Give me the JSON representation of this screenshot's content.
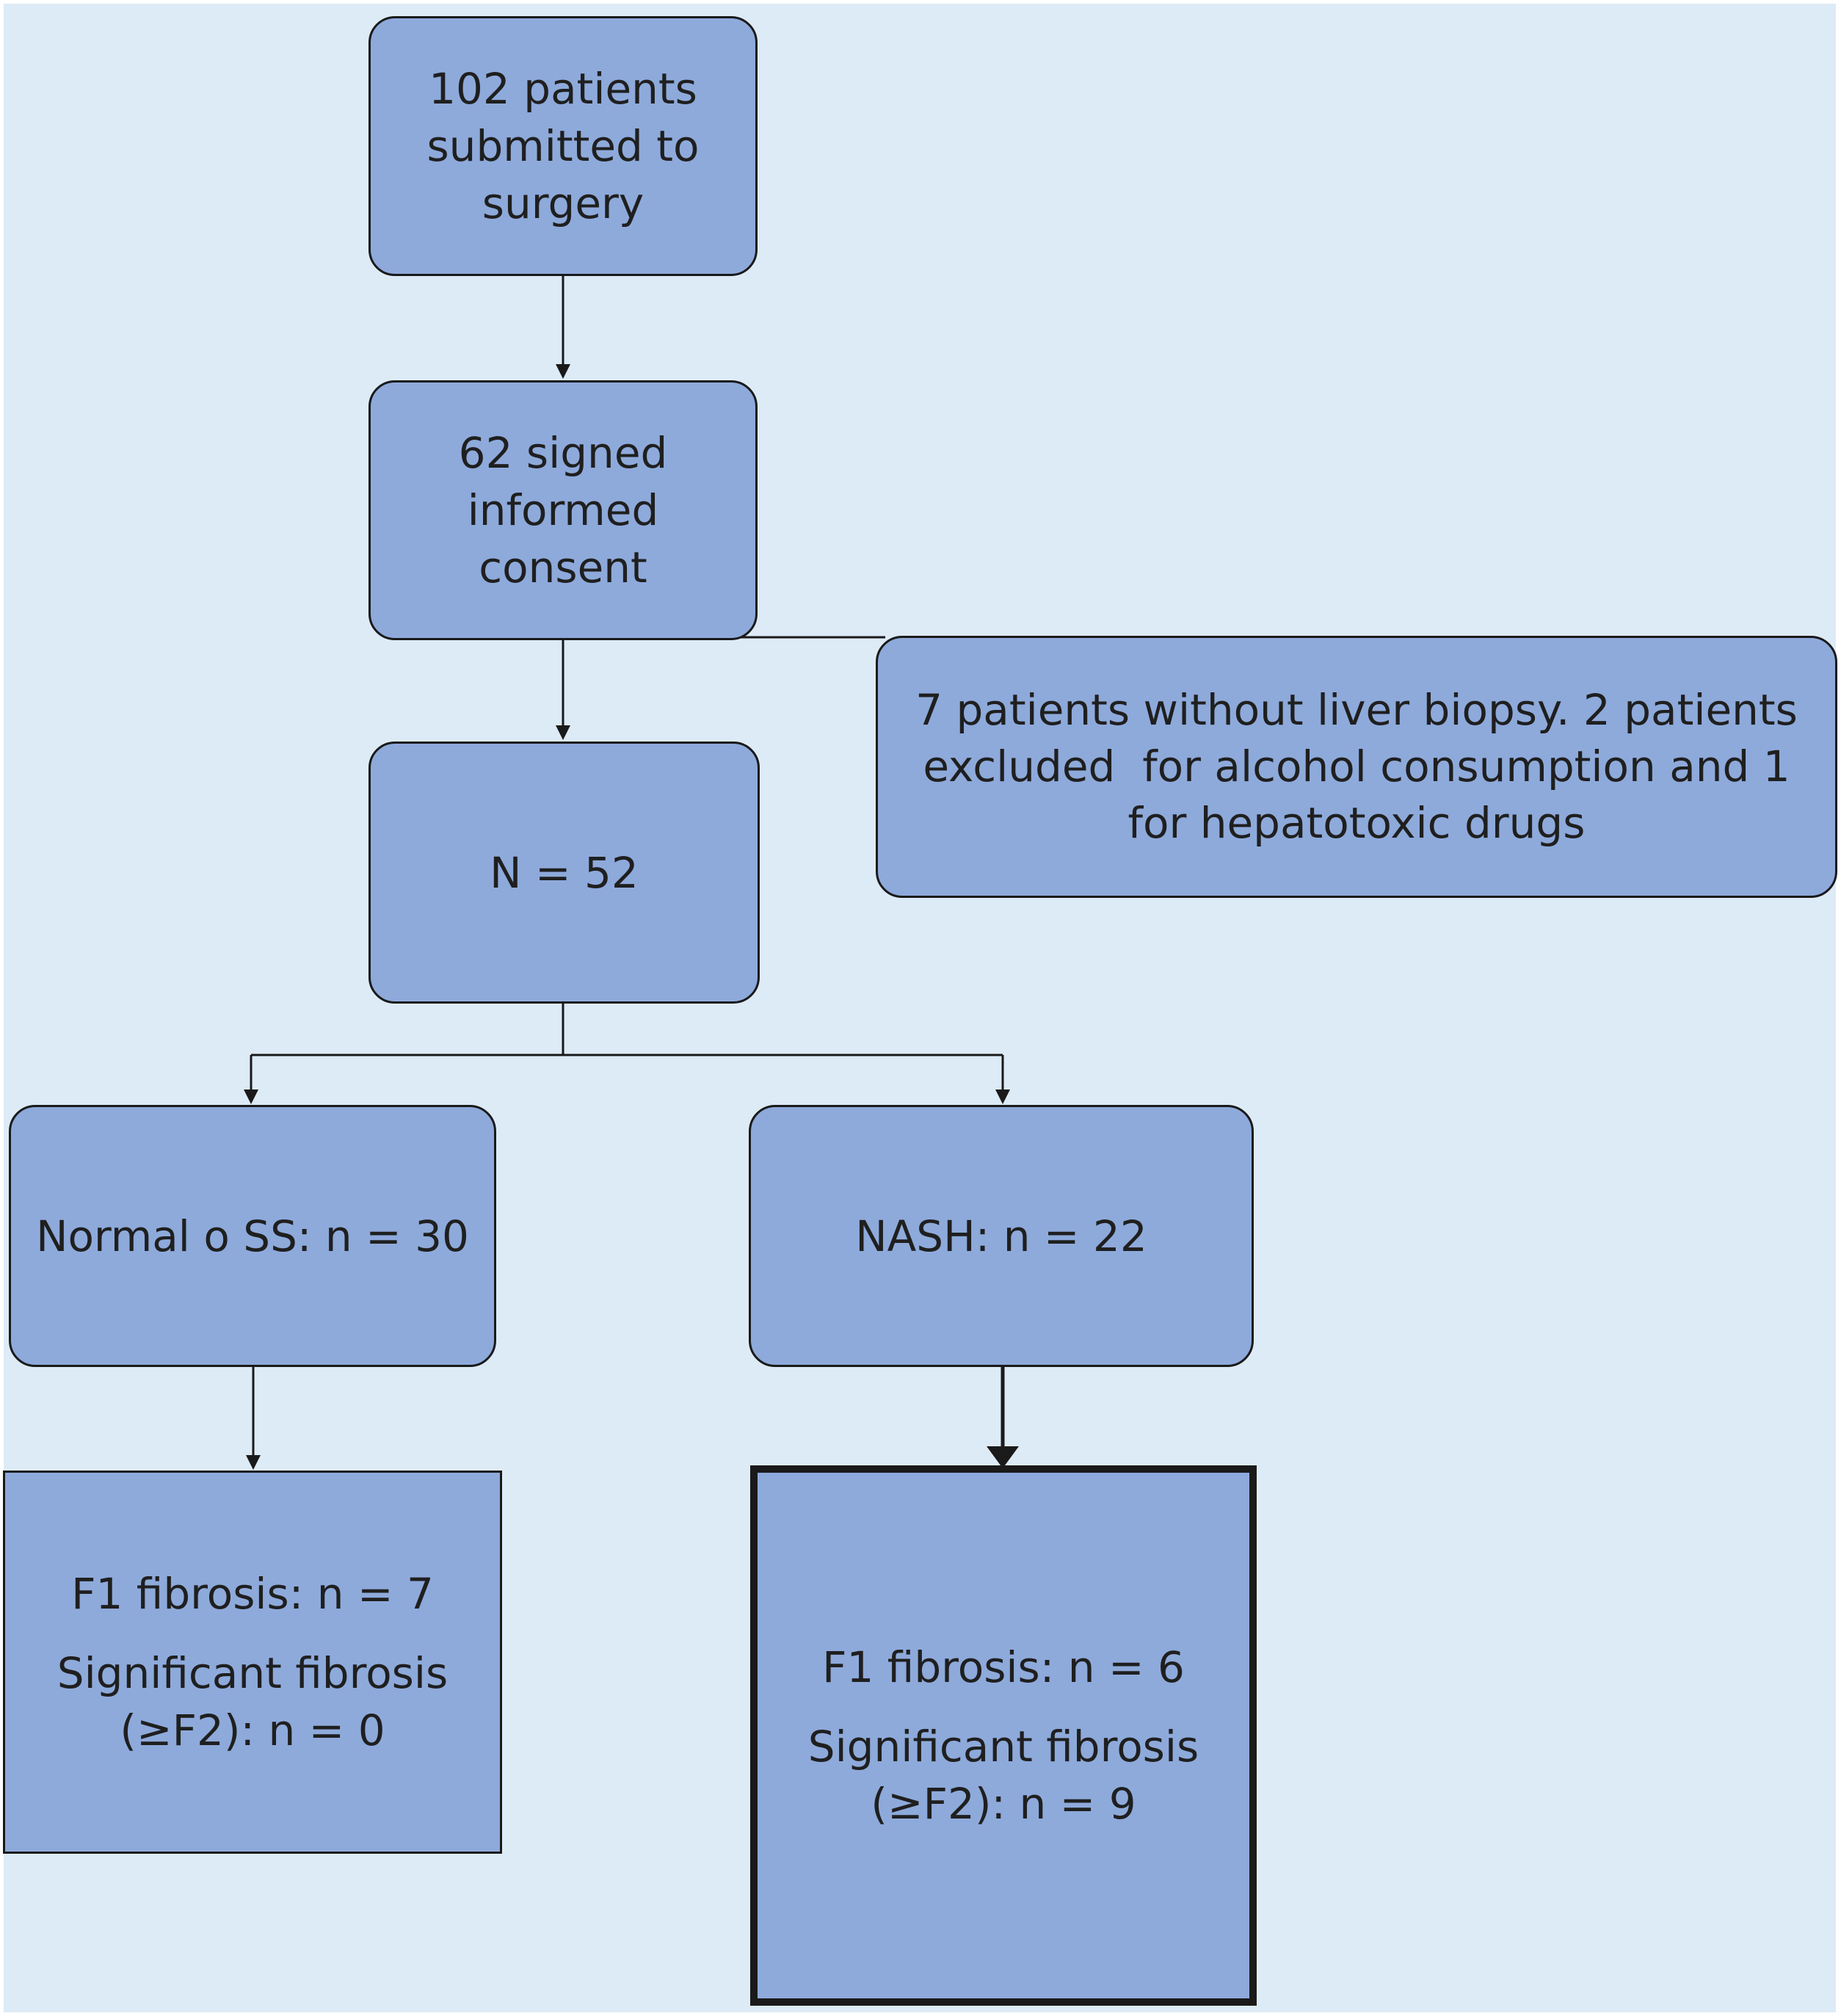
{
  "flowchart": {
    "nodes": {
      "submitted": {
        "lines": [
          "102 patients",
          "submitted to",
          "surgery"
        ]
      },
      "signed": {
        "lines": [
          "62 signed",
          "informed",
          "consent"
        ]
      },
      "excluded": {
        "lines": [
          "7 patients without liver biopsy. 2 patients",
          "excluded  for alcohol consumption and 1",
          "for hepatotoxic drugs"
        ]
      },
      "total": {
        "text": "N = 52"
      },
      "normal": {
        "text": "Normal o SS: n = 30"
      },
      "nash": {
        "text": "NASH: n = 22"
      },
      "normal_fibrosis": {
        "f1": "F1 fibrosis: n = 7",
        "significant_lines": [
          "Significant fibrosis",
          "(≥F2): n = 0"
        ]
      },
      "nash_fibrosis": {
        "f1": "F1 fibrosis: n = 6",
        "significant_lines": [
          "Significant fibrosis",
          "(≥F2): n = 9"
        ]
      }
    },
    "edges": [
      {
        "from": "submitted",
        "to": "signed"
      },
      {
        "from": "signed",
        "to": "excluded"
      },
      {
        "from": "signed",
        "to": "total"
      },
      {
        "from": "total",
        "to": "normal"
      },
      {
        "from": "total",
        "to": "nash"
      },
      {
        "from": "normal",
        "to": "normal_fibrosis"
      },
      {
        "from": "nash",
        "to": "nash_fibrosis"
      }
    ],
    "colors": {
      "background": "#ddebf7",
      "node_fill": "#8eaadb",
      "node_border": "#1a1a1a",
      "connector": "#1a1a1a"
    }
  }
}
